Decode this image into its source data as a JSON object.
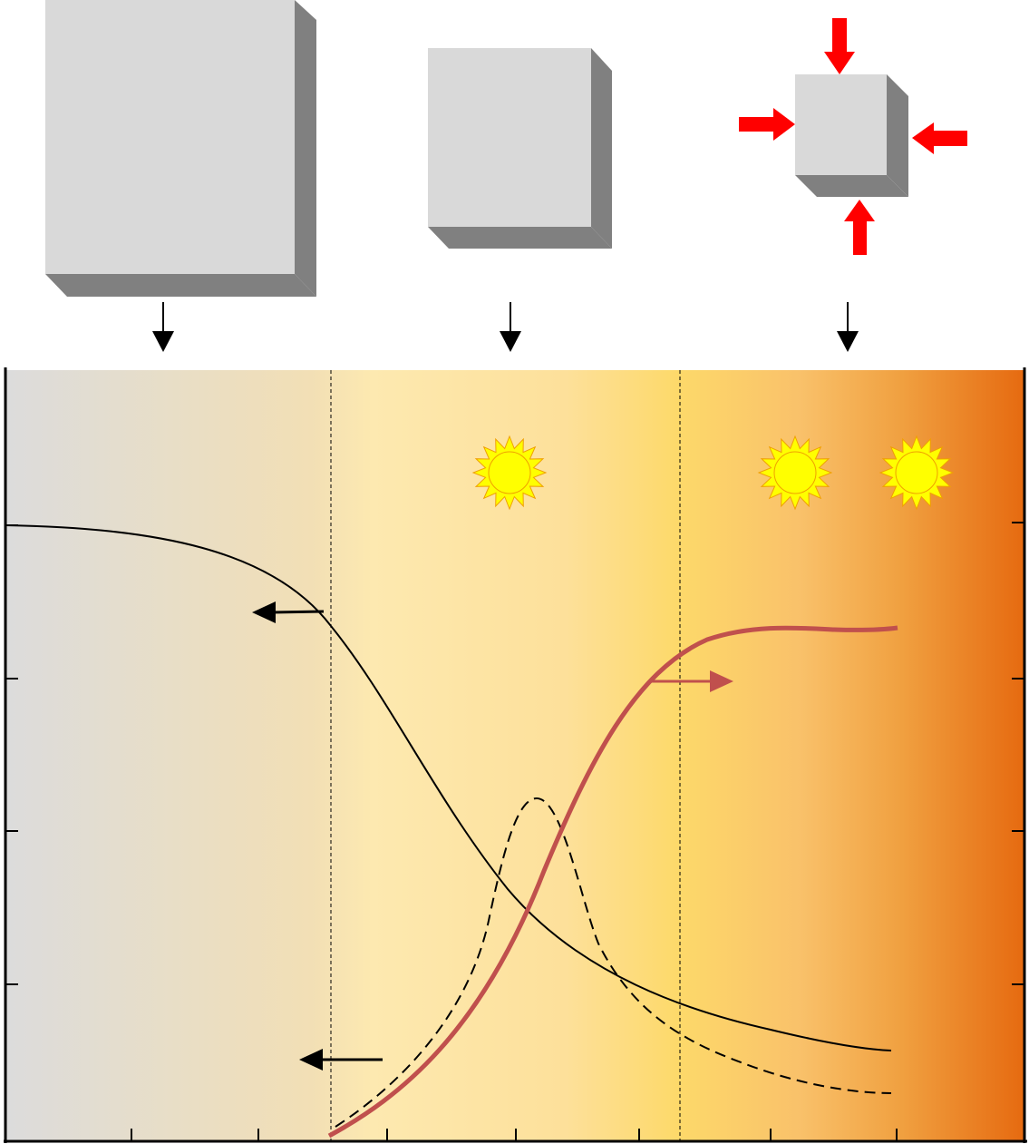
{
  "diagram": {
    "panels": [
      {
        "name": "large-cube",
        "compressed": false
      },
      {
        "name": "medium-cube",
        "compressed": false
      },
      {
        "name": "small-cube",
        "compressed": true
      }
    ],
    "plot": {
      "background_gradient": [
        "#dcdcdc",
        "#f7e6bb",
        "#fde8a8",
        "#fdd86a",
        "#f7b95a",
        "#e8680e"
      ],
      "region_boundaries": [
        365,
        750
      ],
      "suns": 3,
      "curves": {
        "decreasing": {
          "style": "solid",
          "color": "#000000",
          "direction": "left"
        },
        "increasing": {
          "style": "solid-thick",
          "color": "#c0504d",
          "direction": "right"
        },
        "peak": {
          "style": "dashed",
          "color": "#000000",
          "direction": "left"
        }
      }
    },
    "colors": {
      "cube_face": "#d9d9d9",
      "cube_shadow": "#808080",
      "compression_arrow": "#ff0000",
      "sun_fill": "#ffff00",
      "sun_stroke": "#f0a000"
    },
    "icons": [
      "down-arrow-icon",
      "compression-arrow-icon",
      "sun-icon",
      "left-arrow-icon",
      "right-arrow-icon"
    ]
  }
}
